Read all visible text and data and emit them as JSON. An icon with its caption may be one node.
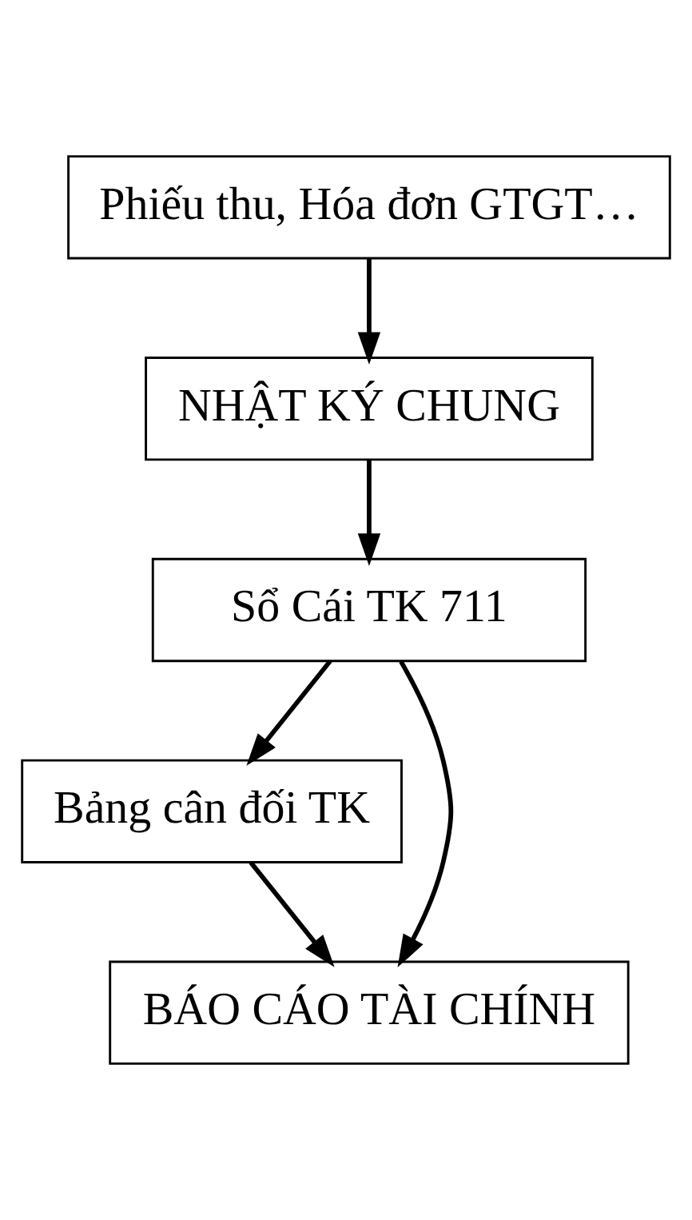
{
  "diagram": {
    "nodes": [
      {
        "text": [
          "Phiếu thu, Hóa đơn GTGT…"
        ]
      },
      {
        "text": [
          "NHẬT KÝ CHUNG"
        ]
      },
      {
        "text": [
          "Sổ Cái TK 711"
        ]
      },
      {
        "text": [
          "Bảng cân đối TK"
        ]
      },
      {
        "text": [
          "BÁO CÁO TÀI CHÍNH"
        ]
      }
    ],
    "edges": [
      {
        "from": 0,
        "to": 1,
        "arrow": "to"
      },
      {
        "from": 1,
        "to": 2,
        "arrow": "to"
      },
      {
        "from": 2,
        "to": 3,
        "arrow": "to"
      },
      {
        "from": 2,
        "to": 4,
        "arrow": "to"
      },
      {
        "from": 3,
        "to": 4,
        "arrow": "to"
      }
    ]
  }
}
